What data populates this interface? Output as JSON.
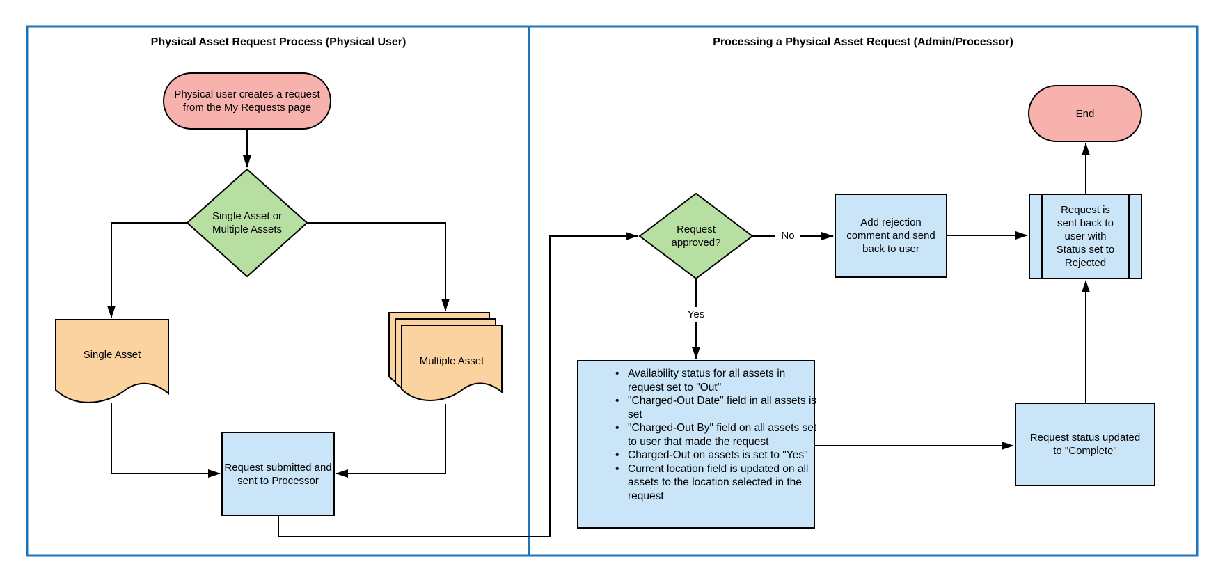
{
  "colors": {
    "panel_border_blue": "#1b75bc",
    "terminator_pink": "#f7b2ae",
    "decision_green": "#b7dfa2",
    "document_orange": "#fbd3a0",
    "process_blue": "#c9e5f7",
    "line_black": "#000000"
  },
  "left_panel": {
    "title": "Physical Asset Request Process (Physical User)",
    "start_terminator": "Physical user creates a request from the My Requests page",
    "decision": "Single Asset or Multiple Assets",
    "document_single": "Single Asset",
    "document_multiple": "Multiple Asset",
    "submit_process": "Request submitted and sent to Processor"
  },
  "right_panel": {
    "title": "Processing a Physical Asset Request (Admin/Processor)",
    "decision": "Request approved?",
    "edge_no": "No",
    "edge_yes": "Yes",
    "reject_process": "Add rejection comment and send back to user",
    "sent_back_predefined": "Request is sent back to user with Status set to Rejected",
    "end_terminator": "End",
    "actions": [
      "Availability status for all assets in request set to \"Out\"",
      "\"Charged-Out Date\" field in all assets is set",
      "\"Charged-Out By\" field on all assets set to user that made the request",
      "Charged-Out on assets is set to \"Yes\"",
      "Current location field is updated on all assets to the location selected in the request"
    ],
    "complete_process": "Request status updated to \"Complete\""
  }
}
